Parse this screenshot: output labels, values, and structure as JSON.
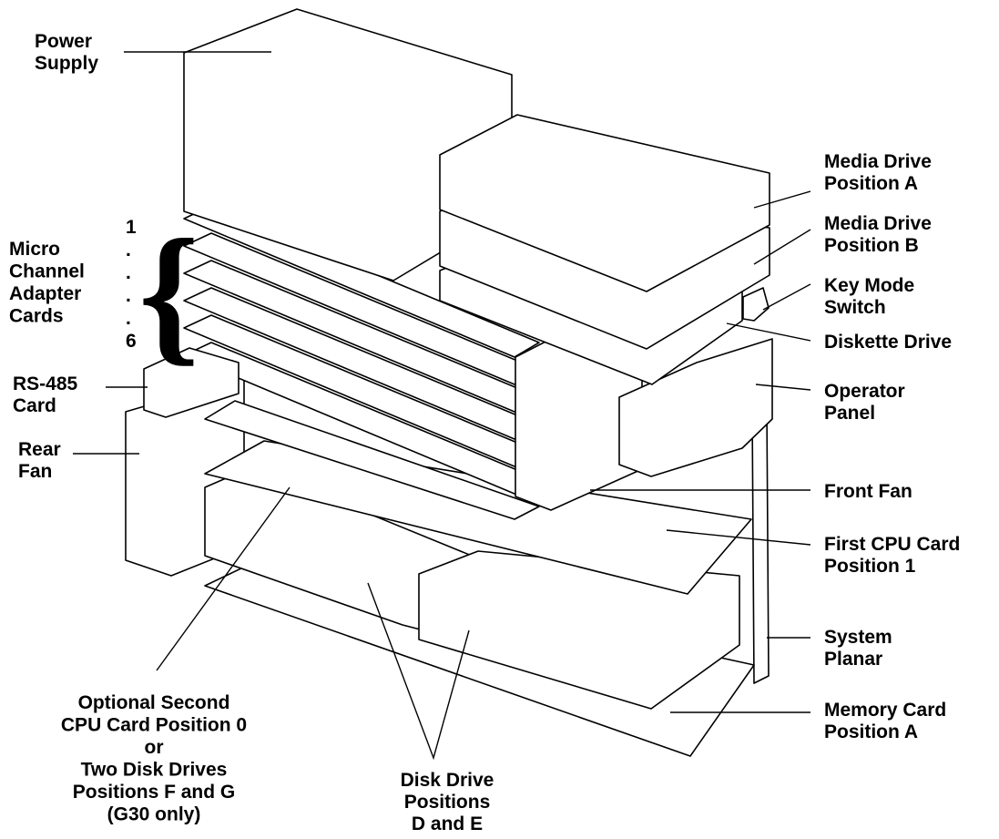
{
  "labels": {
    "power_supply": [
      "Power",
      "Supply"
    ],
    "media_a": [
      "Media Drive",
      "Position A"
    ],
    "media_b": [
      "Media Drive",
      "Position B"
    ],
    "key_mode": [
      "Key Mode",
      "Switch"
    ],
    "diskette": [
      "Diskette Drive"
    ],
    "operator_panel": [
      "Operator",
      "Panel"
    ],
    "front_fan": [
      "Front Fan"
    ],
    "first_cpu": [
      "First CPU Card",
      "Position 1"
    ],
    "system_planar": [
      "System",
      "Planar"
    ],
    "memory_card": [
      "Memory Card",
      "Position A"
    ],
    "disk_de": [
      "Disk Drive",
      "Positions",
      "D and E"
    ],
    "optional_second": [
      "Optional Second",
      "CPU Card Position 0",
      "or",
      "Two Disk Drives",
      "Positions F and G",
      "(G30 only)"
    ],
    "rear_fan": [
      "Rear",
      "Fan"
    ],
    "rs485": [
      "RS-485",
      "Card"
    ],
    "micro_channel": [
      "Micro",
      "Channel",
      "Adapter",
      "Cards"
    ],
    "slot_numbers": [
      "1",
      ".",
      ".",
      ".",
      ".",
      "6"
    ]
  },
  "style": {
    "line_color": "#000000",
    "background": "#ffffff"
  }
}
